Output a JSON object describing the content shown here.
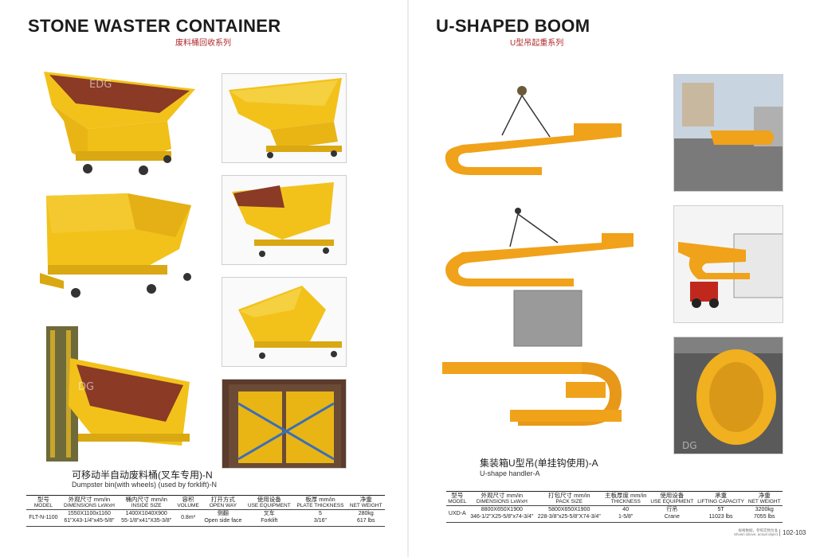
{
  "left": {
    "title": "STONE WASTER CONTAINER",
    "subtitle": "废料桶回收系列",
    "caption_cn": "可移动半自动废料桶(叉车专用)-N",
    "caption_en": "Dumpster bin(with wheels) (used by forklift)-N",
    "watermark": "EDG",
    "table": {
      "headers": [
        {
          "cn": "型号",
          "en": "MODEL"
        },
        {
          "cn": "外观尺寸 mm/in",
          "en": "DIMENSIONS LxWxH"
        },
        {
          "cn": "桶内尺寸 mm/in",
          "en": "INSIDE SIZE"
        },
        {
          "cn": "容积",
          "en": "VOLUME"
        },
        {
          "cn": "打开方式",
          "en": "OPEN WAY"
        },
        {
          "cn": "使用设备",
          "en": "USE EQUIPMENT"
        },
        {
          "cn": "板厚 mm/in",
          "en": "PLATE THICKNESS"
        },
        {
          "cn": "净重",
          "en": "NET WEIGHT"
        }
      ],
      "row": [
        {
          "l1": "FLT-N-1100",
          "l2": ""
        },
        {
          "l1": "1550X1100x1160",
          "l2": "61\"X43-1/4\"x45-5/8\""
        },
        {
          "l1": "1400X1040X900",
          "l2": "55-1/8\"x41\"X35-3/8\""
        },
        {
          "l1": "0.8m³",
          "l2": ""
        },
        {
          "l1": "侧翻",
          "l2": "Open side face"
        },
        {
          "l1": "叉车",
          "l2": "Forklift"
        },
        {
          "l1": "5",
          "l2": "3/16\""
        },
        {
          "l1": "280kg",
          "l2": "617 lbs"
        }
      ]
    }
  },
  "right": {
    "title": "U-SHAPED BOOM",
    "subtitle": "U型吊起重系列",
    "caption_cn": "集装箱U型吊(单挂钩使用)-A",
    "caption_en": "U-shape handler-A",
    "table": {
      "headers": [
        {
          "cn": "型号",
          "en": "MODEL"
        },
        {
          "cn": "外观尺寸 mm/in",
          "en": "DIMENSIONS LxWxH"
        },
        {
          "cn": "打包尺寸 mm/in",
          "en": "PACK SIZE"
        },
        {
          "cn": "主板厚度 mm/in",
          "en": "THICKNESS"
        },
        {
          "cn": "使用设备",
          "en": "USE EQUIPMENT"
        },
        {
          "cn": "承重",
          "en": "LIFTING CAPACITY"
        },
        {
          "cn": "净重",
          "en": "NET WEIGHT"
        }
      ],
      "row": [
        {
          "l1": "UXD-A",
          "l2": ""
        },
        {
          "l1": "8800X650X1900",
          "l2": "346-1/2\"X25-5/8\"x74-3/4\""
        },
        {
          "l1": "5800X650X1900",
          "l2": "228-3/8\"x25-5/8\"X74-3/4\""
        },
        {
          "l1": "40",
          "l2": "1-5/8\""
        },
        {
          "l1": "行吊",
          "l2": "Crane"
        },
        {
          "l1": "5T",
          "l2": "11023 lbs"
        },
        {
          "l1": "3200kg",
          "l2": "7055 lbs"
        }
      ]
    },
    "footer_note_1": "规格数据，参照实物为准",
    "footer_note_2": "Shown above, actual object",
    "page_number": "102-103"
  },
  "colors": {
    "yellow": "#f2c21b",
    "yellow_dark": "#c99a10",
    "orange": "#f0a21a",
    "rust": "#8a3a25",
    "red_text": "#b0282d"
  }
}
